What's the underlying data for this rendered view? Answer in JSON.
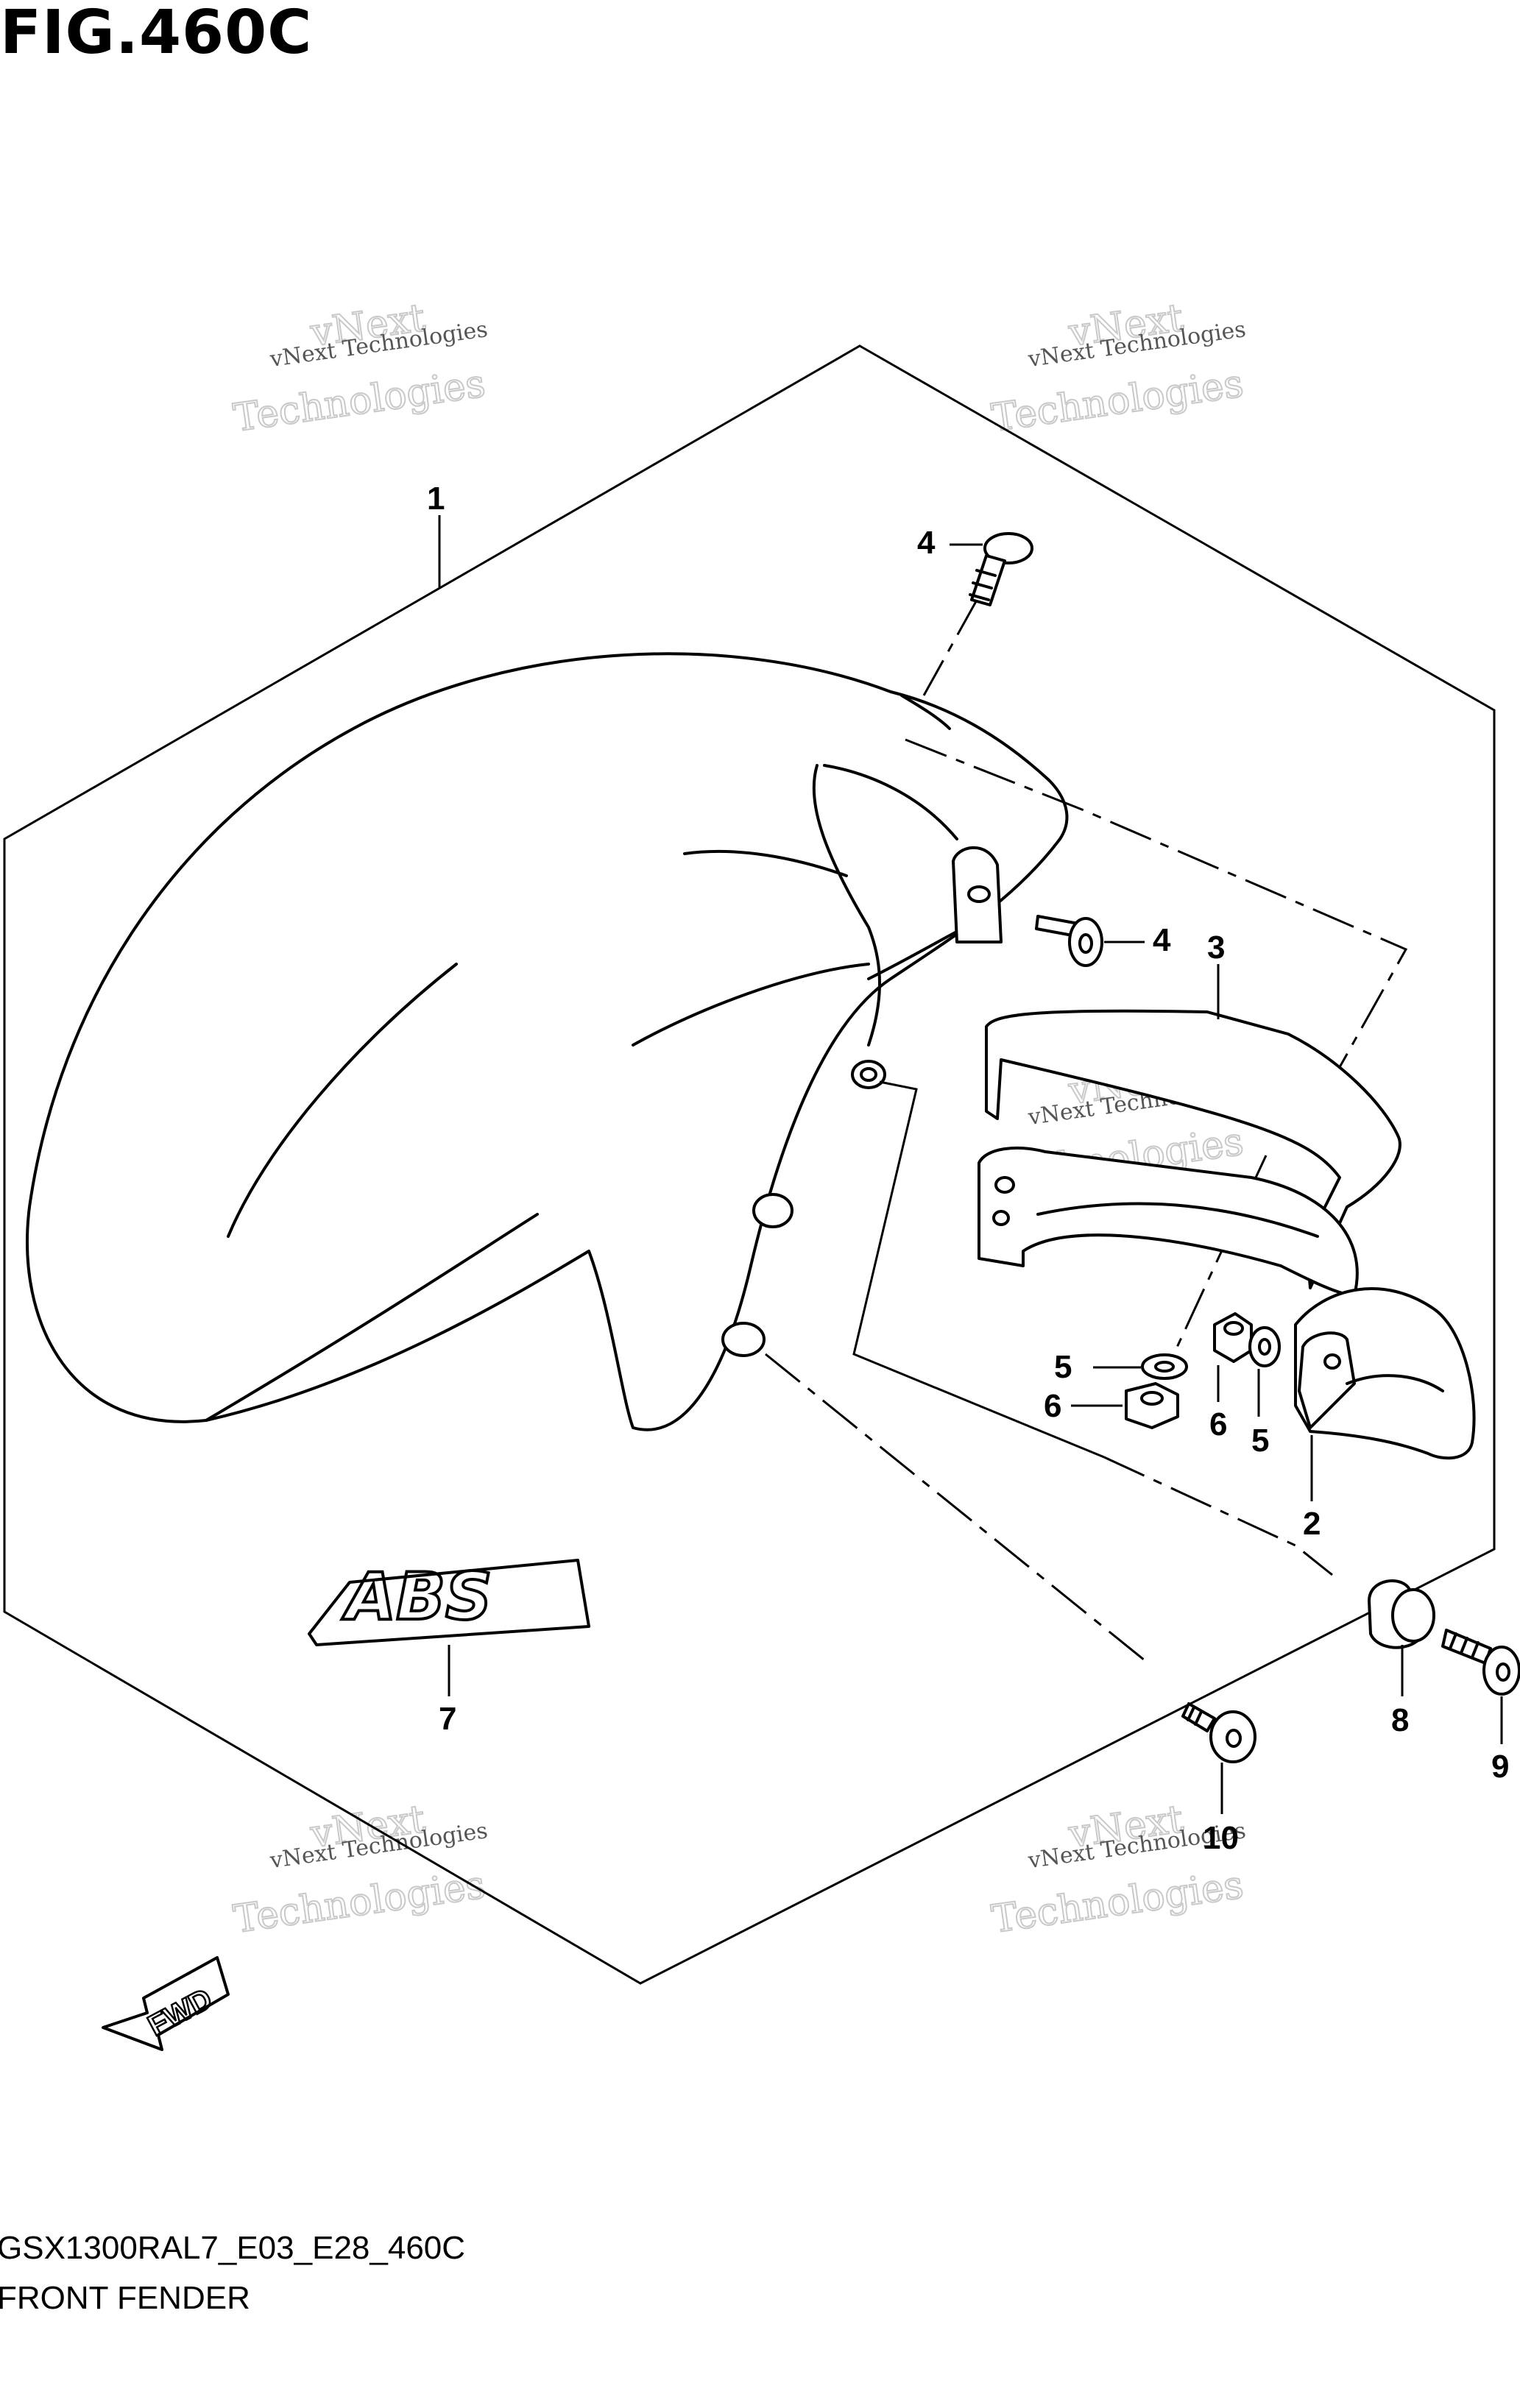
{
  "figure_title": "FIG.460C",
  "diagram_code": "GSX1300RAL7_E03_E28_460C",
  "caption": "FRONT FENDER",
  "watermark": {
    "line1": "vNext Technologies",
    "line2": "vNext",
    "line3": "Technologies"
  },
  "direction_marker": "FWD",
  "badge_text": "ABS",
  "callouts": [
    {
      "id": "c1",
      "label": "1"
    },
    {
      "id": "c2",
      "label": "2"
    },
    {
      "id": "c3",
      "label": "3"
    },
    {
      "id": "c4a",
      "label": "4"
    },
    {
      "id": "c4b",
      "label": "4"
    },
    {
      "id": "c5a",
      "label": "5"
    },
    {
      "id": "c5b",
      "label": "5"
    },
    {
      "id": "c6a",
      "label": "6"
    },
    {
      "id": "c6b",
      "label": "6"
    },
    {
      "id": "c7",
      "label": "7"
    },
    {
      "id": "c8",
      "label": "8"
    },
    {
      "id": "c9",
      "label": "9"
    },
    {
      "id": "c10",
      "label": "10"
    }
  ]
}
